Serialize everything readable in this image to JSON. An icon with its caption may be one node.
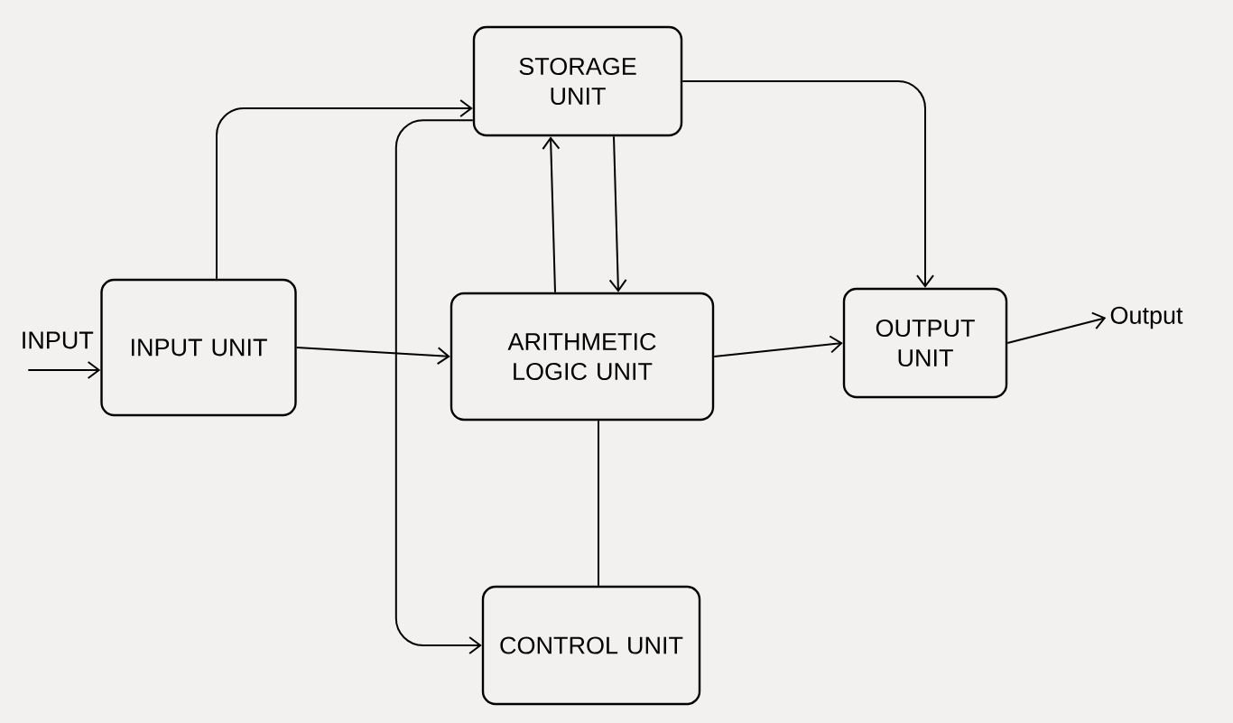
{
  "diagram": {
    "nodes": [
      {
        "text": [
          "STORAGE UNIT"
        ]
      },
      {
        "text": [
          "INPUT UNIT"
        ]
      },
      {
        "text": [
          "ARITHMETIC LOGIC UNIT"
        ]
      },
      {
        "text": [
          "OUTPUT UNIT"
        ]
      },
      {
        "text": [
          "CONTROL UNIT"
        ]
      },
      {
        "text": [
          "Output"
        ]
      }
    ],
    "edges": [
      {
        "from": null,
        "to": 1,
        "arrow": "to",
        "label": "INPUT"
      },
      {
        "from": 1,
        "to": 0,
        "arrow": "to"
      },
      {
        "from": 1,
        "to": 2,
        "arrow": "to"
      },
      {
        "from": 2,
        "to": 0,
        "arrow": "to"
      },
      {
        "from": 0,
        "to": 2,
        "arrow": "to"
      },
      {
        "from": 0,
        "to": 3,
        "arrow": "to"
      },
      {
        "from": 2,
        "to": 3,
        "arrow": "to"
      },
      {
        "from": 0,
        "to": 4,
        "arrow": "to"
      },
      {
        "from": 2,
        "to": 4,
        "arrow": "none"
      },
      {
        "from": 3,
        "to": 5,
        "arrow": "to"
      }
    ]
  }
}
